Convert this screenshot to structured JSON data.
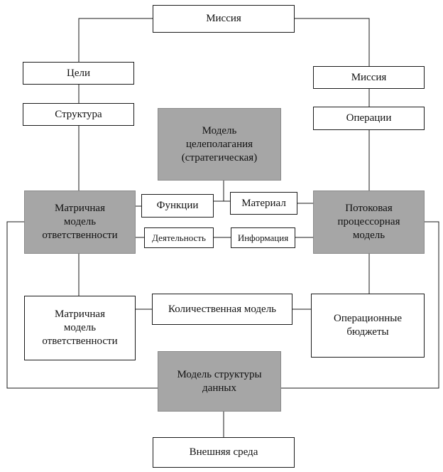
{
  "colors": {
    "gray_box": "#a6a6a6",
    "white_box": "#ffffff",
    "line": "#1a1a1a"
  },
  "nodes": {
    "mission_top": "Миссия",
    "goals": "Цели",
    "mission_right": "Миссия",
    "structure": "Структура",
    "operations": "Операции",
    "goal_model": "Модель\nцелеполагания\n(стратегическая)",
    "matrix_model_gray": "Матричная\nмодель\nответственности",
    "functions": "Функции",
    "material": "Материал",
    "flow_model": "Потоковая\nпроцессорная\nмодель",
    "activity": "Деятельность",
    "information": "Информация",
    "matrix_model_white": "Матричная\nмодель\nответственности",
    "quant_model": "Количественная модель",
    "op_budgets": "Операционные\nбюджеты",
    "data_model": "Модель структуры\nданных",
    "environment": "Внешняя среда"
  }
}
